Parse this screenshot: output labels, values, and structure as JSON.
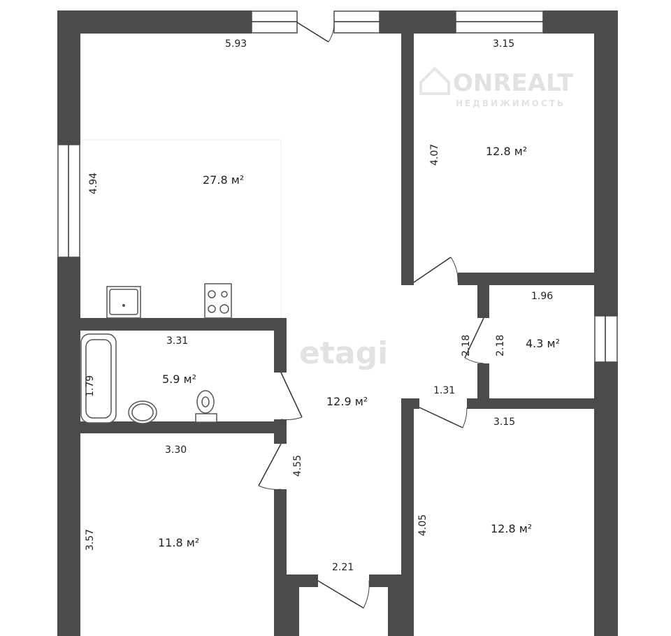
{
  "watermarks": {
    "brand": "ONREALT",
    "brand_sub": "НЕДВИЖИМОСТЬ",
    "center": "etagi"
  },
  "colors": {
    "wall": "#4b4b4b",
    "background": "#ffffff"
  },
  "rooms": [
    {
      "name": "living-kitchen",
      "area": "27.8 м²"
    },
    {
      "name": "bedroom-top-right",
      "area": "12.8 м²"
    },
    {
      "name": "small-room",
      "area": "4.3 м²"
    },
    {
      "name": "bathroom",
      "area": "5.9 м²"
    },
    {
      "name": "hallway",
      "area": "12.9 м²"
    },
    {
      "name": "bedroom-bottom-left",
      "area": "11.8 м²"
    },
    {
      "name": "bedroom-bottom-right",
      "area": "12.8 м²"
    }
  ],
  "dimensions": {
    "living_width": "5.93",
    "living_height": "4.94",
    "bedroom_tr_width": "3.15",
    "bedroom_tr_height": "4.07",
    "small_width": "1.96",
    "small_height": "2.18",
    "hall_niche": "2.18",
    "hall_door": "1.31",
    "bath_width": "3.31",
    "bath_height": "1.79",
    "bedroom_bl_width": "3.30",
    "bedroom_bl_height": "3.57",
    "hall_height": "4.55",
    "bedroom_br_width": "3.15",
    "bedroom_br_height": "4.05",
    "entrance_width": "2.21"
  }
}
